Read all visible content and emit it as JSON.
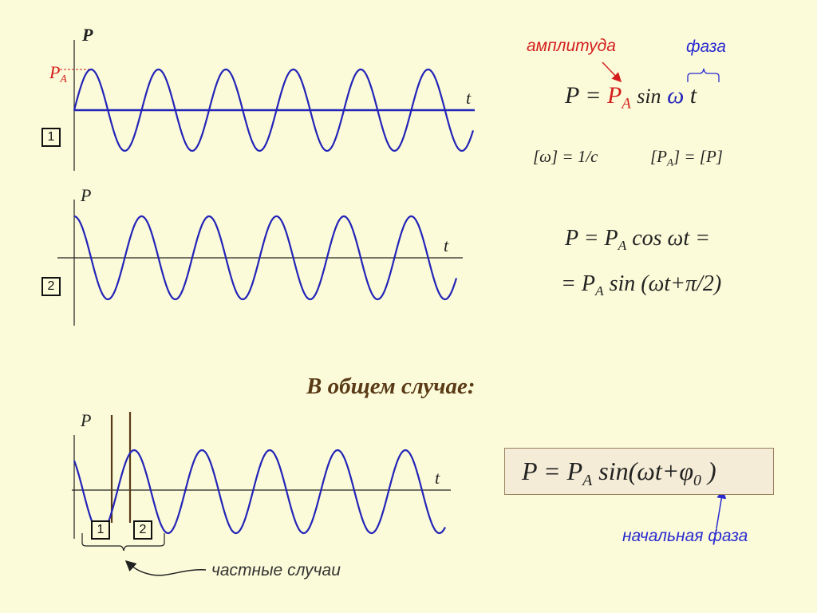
{
  "colors": {
    "background": "#fbfbd9",
    "wave": "#2323b8",
    "red": "#d41e1e",
    "blue_label": "#2a2ad0",
    "heading": "#5a3a16",
    "axis": "#222222"
  },
  "graph1": {
    "y_label": "P",
    "amp_label": "P",
    "amp_label_sub": "A",
    "t_label": "t",
    "badge": "1"
  },
  "graph2": {
    "y_label": "P",
    "t_label": "t",
    "badge": "2"
  },
  "graph3": {
    "y_label": "P",
    "t_label": "t",
    "badge1": "1",
    "badge2": "2",
    "caption": "частные случаи"
  },
  "formula1": {
    "lhs": "P = ",
    "amp": "P",
    "amp_sub": "A",
    "sin": "sin",
    "omega": "ω",
    "t": "t",
    "label_amplitude": "амплитуда",
    "label_phase": "фаза"
  },
  "units": {
    "omega": "[ω] = 1/c",
    "pa_open": "[P",
    "pa_sub": "A",
    "pa_close": "] = [P]"
  },
  "formula2": {
    "line1_a": "P = P",
    "line1_sub": "A",
    "line1_b": " cos ωt =",
    "line2_a": "= P",
    "line2_sub": "A",
    "line2_b": " sin (ωt+π/2)"
  },
  "general": {
    "heading": "В общем случае:",
    "f_a": "P = P",
    "f_sub": "A",
    "f_b": " sin(ωt+φ",
    "f_sub2": "0",
    "f_c": " )",
    "label_initial_phase": "начальная фаза"
  }
}
